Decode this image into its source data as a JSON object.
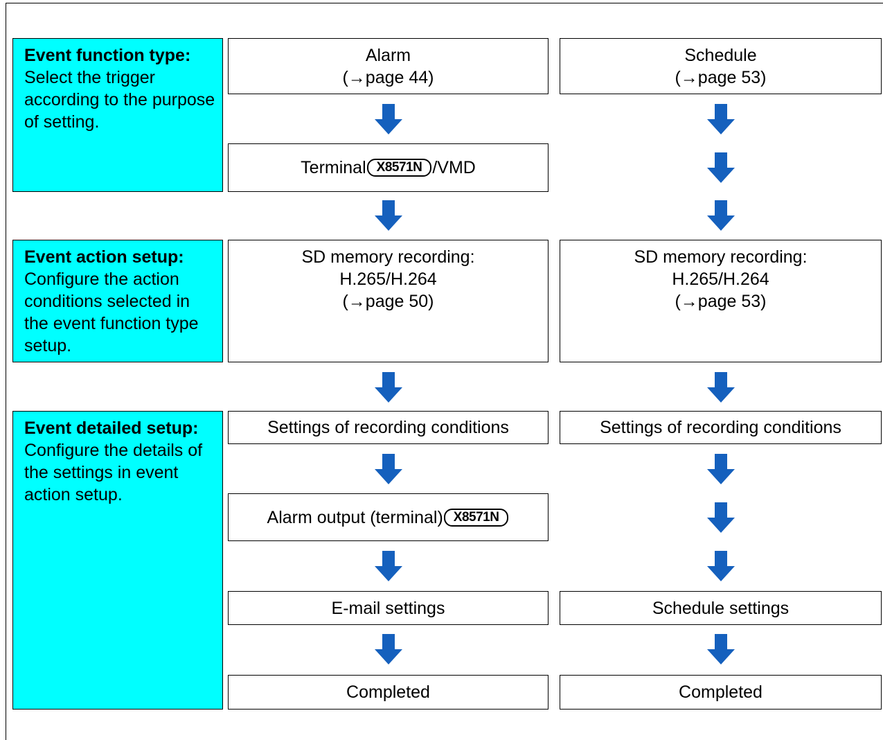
{
  "sections": {
    "function_type": {
      "heading": "Event function type:",
      "description": "Select the trigger according to the purpose of setting."
    },
    "action_setup": {
      "heading": "Event action setup:",
      "description": "Configure the action conditions selected in the event function type setup."
    },
    "detailed_setup": {
      "heading": "Event detailed setup:",
      "description": "Configure the details of the settings in event action setup."
    }
  },
  "left_column": {
    "alarm_title": "Alarm",
    "alarm_ref": "(→page 44)",
    "terminal_prefix": "Terminal",
    "terminal_badge": "X8571N",
    "terminal_suffix": "/VMD",
    "sd_line1": "SD memory recording:",
    "sd_line2": "H.265/H.264",
    "sd_ref": "(→page 50)",
    "recording_conditions": "Settings of recording conditions",
    "alarm_output_prefix": "Alarm output (terminal)",
    "alarm_output_badge": "X8571N",
    "email_settings": "E-mail settings",
    "completed": "Completed"
  },
  "right_column": {
    "schedule_title": "Schedule",
    "schedule_ref": "(→page 53)",
    "sd_line1": "SD memory recording:",
    "sd_line2": "H.265/H.264",
    "sd_ref": "(→page 53)",
    "recording_conditions": "Settings of recording conditions",
    "schedule_settings": "Schedule settings",
    "completed": "Completed"
  },
  "colors": {
    "section_fill": "#00ffff",
    "arrow": "#1560bd",
    "border": "#000000"
  },
  "icons": {
    "arrow": "down-arrow-icon"
  }
}
